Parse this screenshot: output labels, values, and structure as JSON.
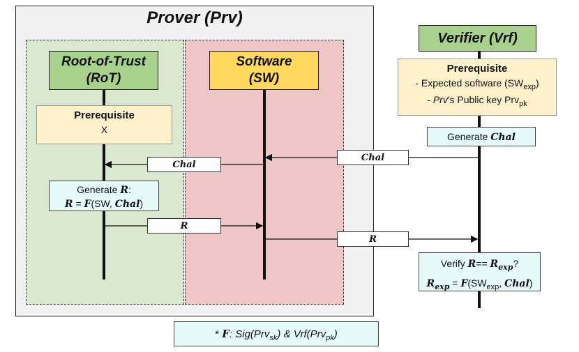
{
  "prover": {
    "title": "Prover (Prv)"
  },
  "rot": {
    "title_line1": "Root-of-Trust",
    "title_line2": "(RoT)",
    "prereq_title": "Prerequisite",
    "prereq_value": "X",
    "compute_line1": "Generate",
    "compute_line2_prefix": "= ",
    "compute_args": "(SW, ",
    "compute_chal": "Chal",
    "compute_close": ")"
  },
  "sw": {
    "title_line1": "Software",
    "title_line2": "(SW)"
  },
  "verifier": {
    "title": "Verifier (Vrf)",
    "prereq_title": "Prerequisite",
    "prereq_line1_prefix": "- Expected software (SW",
    "prereq_line1_sub": "exp",
    "prereq_line1_suffix": ")",
    "prereq_line2_prefix": "- ",
    "prereq_line2_prv": "Prv",
    "prereq_line2_mid": "'s Public key Prv",
    "prereq_line2_sub": "pk",
    "generate_label": "Generate ",
    "generate_chal": "Chal",
    "verify_line1_prefix": "Verify ",
    "verify_line1_mid": "== ",
    "verify_line1_sub": "exp",
    "verify_line1_suffix": "?",
    "verify_line2_sub": "exp",
    "verify_line2_mid": " = ",
    "verify_line2_args": "(SW",
    "verify_line2_argsub": "exp",
    "verify_line2_chal": "Chal",
    "verify_line2_close": ")"
  },
  "messages": {
    "chal_label": "Chal",
    "r_label": "R"
  },
  "symbols": {
    "r": "R",
    "f": "F"
  },
  "footnote": {
    "prefix": "* ",
    "colon": ": Sig(Prv",
    "sk": "sk",
    "amp": ") & Vrf(Prv",
    "pk": "pk",
    "close": ")"
  }
}
